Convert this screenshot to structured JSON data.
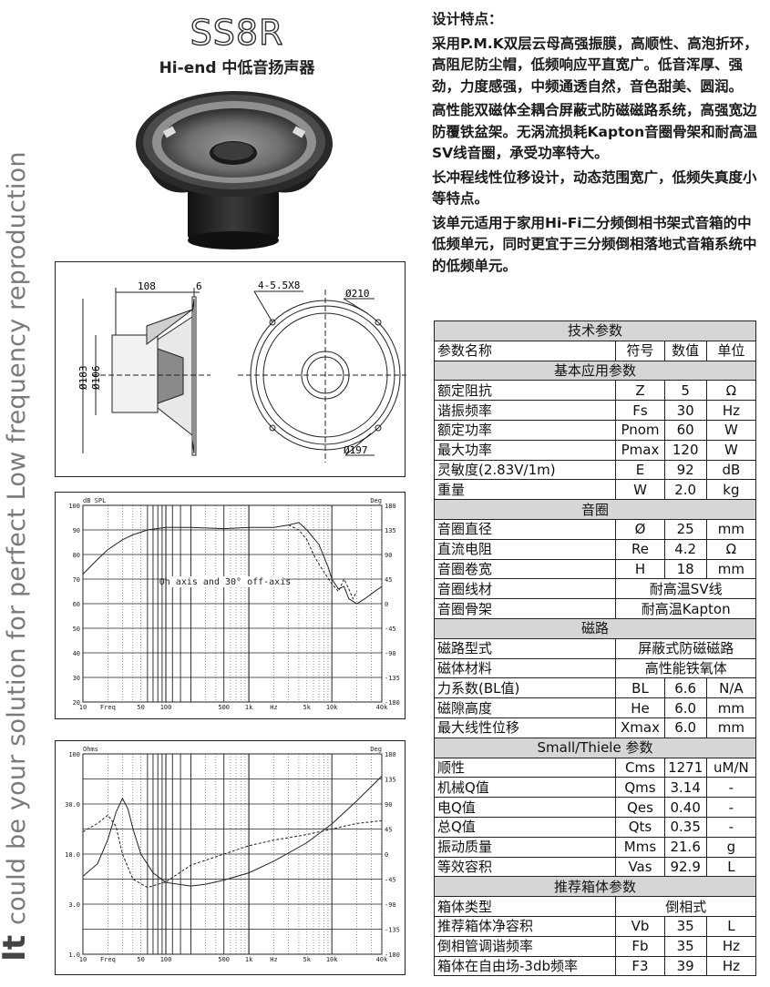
{
  "side_banner": {
    "first_letter": "It",
    "rest": " could be your solution for perfect Low frequency reproduction"
  },
  "product": {
    "model": "SS8R",
    "subtitle": "Hi-end 中低音扬声器"
  },
  "description": {
    "heading": "设计特点：",
    "paragraphs": [
      "采用P.M.K双层云母高强振膜，高顺性、高泡折环，高阻尼防尘帽，低频响应平直宽广。低音浑厚、强劲，力度感强，中频通透自然，音色甜美、圆润。",
      "高性能双磁体全耦合屏蔽式防磁磁路系统，高强宽边防覆铁盆架。无涡流损耗Kapton音圈骨架和耐高温SV线音圈，承受功率特大。",
      "长冲程线性位移设计，动态范围宽广，低频失真度小等特点。",
      "该单元适用于家用Hi-Fi二分频倒相书架式音箱的中低频单元，同时更宜于三分频倒相落地式音箱系统中的低频单元。"
    ]
  },
  "dimension_drawing": {
    "dim_108": "108",
    "dim_6": "6",
    "dim_holes": "4-5.5X8",
    "dim_210": "Ø210",
    "dim_183": "Ø183",
    "dim_106": "Ø106",
    "dim_197": "Ø197"
  },
  "graph1": {
    "top_left": "dB SPL",
    "top_right": "Deg",
    "label": "On axis and 30° off-axis",
    "y_left": [
      "100",
      "90",
      "80",
      "70",
      "60",
      "50",
      "40",
      "30",
      "20"
    ],
    "y_right": [
      "180",
      "135",
      "90",
      "45",
      "0",
      "-45",
      "-90",
      "-135",
      "-180"
    ],
    "x_ticks": [
      "10",
      "Freq",
      "50",
      "100",
      "500",
      "1k",
      "Hz",
      "5k",
      "10k",
      "40k"
    ]
  },
  "graph2": {
    "top_left": "Ohms",
    "top_right": "Deg",
    "y_left": [
      "100",
      "30.0",
      "10.0",
      "3.0",
      "1.0"
    ],
    "y_right": [
      "180",
      "135",
      "90",
      "45",
      "0",
      "-45",
      "-90",
      "-135",
      "-180"
    ],
    "x_ticks": [
      "10",
      "Freq",
      "50",
      "100",
      "500",
      "1k",
      "Hz",
      "5k",
      "10k",
      "40k"
    ]
  },
  "spec_table": {
    "title": "技术参数",
    "col_headers": [
      "参数名称",
      "符号",
      "数值",
      "单位"
    ],
    "sections": [
      {
        "title": "基本应用参数",
        "rows": [
          {
            "name": "额定阻抗",
            "sym": "Z",
            "val": "5",
            "unit": "Ω"
          },
          {
            "name": "谐振频率",
            "sym": "Fs",
            "val": "30",
            "unit": "Hz"
          },
          {
            "name": "额定功率",
            "sym": "Pnom",
            "val": "60",
            "unit": "W"
          },
          {
            "name": "最大功率",
            "sym": "Pmax",
            "val": "120",
            "unit": "W"
          },
          {
            "name": "灵敏度(2.83V/1m)",
            "sym": "E",
            "val": "92",
            "unit": "dB"
          },
          {
            "name": "重量",
            "sym": "W",
            "val": "2.0",
            "unit": "kg"
          }
        ]
      },
      {
        "title": "音圈",
        "rows": [
          {
            "name": "音圈直径",
            "sym": "Ø",
            "val": "25",
            "unit": "mm"
          },
          {
            "name": "直流电阻",
            "sym": "Re",
            "val": "4.2",
            "unit": "Ω"
          },
          {
            "name": "音圈卷宽",
            "sym": "H",
            "val": "18",
            "unit": "mm"
          },
          {
            "name": "音圈线材",
            "span": "耐高温SV线"
          },
          {
            "name": "音圈骨架",
            "span": "耐高温Kapton"
          }
        ]
      },
      {
        "title": "磁路",
        "rows": [
          {
            "name": "磁路型式",
            "span": "屏蔽式防磁磁路"
          },
          {
            "name": "磁体材料",
            "span": "高性能铁氧体"
          },
          {
            "name": "力系数(BL值)",
            "sym": "BL",
            "val": "6.6",
            "unit": "N/A"
          },
          {
            "name": "磁隙高度",
            "sym": "He",
            "val": "6.0",
            "unit": "mm"
          },
          {
            "name": "最大线性位移",
            "sym": "Xmax",
            "val": "6.0",
            "unit": "mm"
          }
        ]
      },
      {
        "title": "Small/Thiele 参数",
        "rows": [
          {
            "name": "顺性",
            "sym": "Cms",
            "val": "1271",
            "unit": "uM/N"
          },
          {
            "name": "机械Q值",
            "sym": "Qms",
            "val": "3.14",
            "unit": "-"
          },
          {
            "name": "电Q值",
            "sym": "Qes",
            "val": "0.40",
            "unit": "-"
          },
          {
            "name": "总Q值",
            "sym": "Qts",
            "val": "0.35",
            "unit": "-"
          },
          {
            "name": "振动质量",
            "sym": "Mms",
            "val": "21.6",
            "unit": "g"
          },
          {
            "name": "等效容积",
            "sym": "Vas",
            "val": "92.9",
            "unit": "L"
          }
        ]
      },
      {
        "title": "推荐箱体参数",
        "rows": [
          {
            "name": "箱体类型",
            "span": "倒相式"
          },
          {
            "name": "推荐箱体净容积",
            "sym": "Vb",
            "val": "35",
            "unit": "L"
          },
          {
            "name": "倒相管调谐频率",
            "sym": "Fb",
            "val": "35",
            "unit": "Hz"
          },
          {
            "name": "箱体在自由场-3db频率",
            "sym": "F3",
            "val": "39",
            "unit": "Hz"
          }
        ]
      }
    ]
  }
}
